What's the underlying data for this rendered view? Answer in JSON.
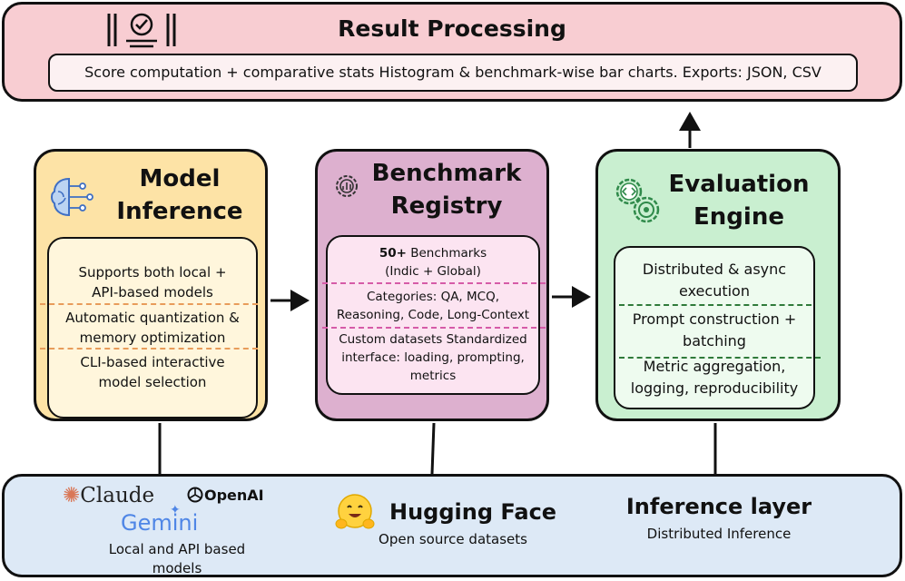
{
  "result_processing": {
    "title": "Result Processing",
    "description": "Score computation + comparative stats Histogram & benchmark-wise bar charts. Exports: JSON, CSV",
    "icon": "scales-checklist-icon"
  },
  "model_inference": {
    "title_line1": "Model",
    "title_line2": "Inference",
    "icon": "brain-circuit-icon",
    "items": [
      [
        "Supports both local +",
        "API-based models"
      ],
      [
        "Automatic quantization &",
        "memory optimization"
      ],
      [
        "CLI-based interactive",
        "model selection"
      ]
    ]
  },
  "benchmark_registry": {
    "title_line1": "Benchmark",
    "title_line2": "Registry",
    "icon": "gear-chart-icon",
    "count_bold": "50+",
    "count_rest": " Benchmarks",
    "scope": "(Indic + Global)",
    "categories": [
      "Categories: QA, MCQ,",
      "Reasoning, Code, Long-Context"
    ],
    "custom": [
      "Custom datasets Standardized",
      "interface: loading, prompting,",
      "metrics"
    ]
  },
  "evaluation_engine": {
    "title_line1": "Evaluation",
    "title_line2": "Engine",
    "icon": "code-gears-icon",
    "items": [
      [
        "Distributed & async",
        "execution"
      ],
      [
        "Prompt construction +",
        "batching"
      ],
      [
        "Metric aggregation,",
        "logging, reproducibility"
      ]
    ]
  },
  "bottom_layer": {
    "providers": {
      "claude": "Claude",
      "openai": "OpenAI",
      "gemini": "Gemini",
      "caption_line1": "Local and API based",
      "caption_line2": "models"
    },
    "hugging_face": {
      "title": "Hugging Face",
      "subtitle": "Open source datasets"
    },
    "inference_layer": {
      "title": "Inference layer",
      "subtitle": "Distributed Inference"
    }
  },
  "colors": {
    "result_bg": "#f8cdd2",
    "model_bg": "#fde3a6",
    "benchmark_bg": "#ddb0cf",
    "engine_bg": "#c9efd0",
    "bottom_bg": "#dde9f6"
  }
}
